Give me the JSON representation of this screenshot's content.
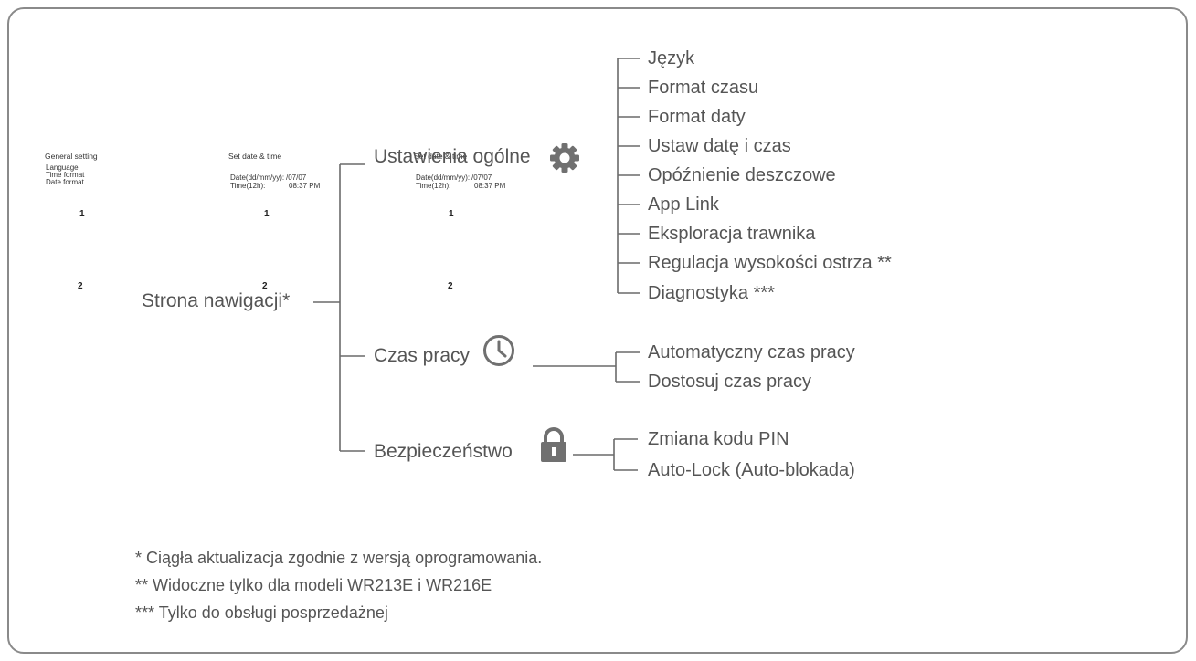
{
  "root": {
    "label": "Strona nawigacji*"
  },
  "branches": [
    {
      "label": "Ustawienia ogólne",
      "icon": "gear-icon",
      "items": [
        "Język",
        "Format czasu",
        "Format daty",
        "Ustaw datę i czas",
        "Opóźnienie deszczowe",
        "App Link",
        "Eksploracja trawnika",
        "Regulacja wysokości ostrza **",
        "Diagnostyka ***"
      ]
    },
    {
      "label": "Czas pracy",
      "icon": "clock-icon",
      "items": [
        "Automatyczny czas pracy",
        "Dostosuj czas pracy"
      ]
    },
    {
      "label": "Bezpieczeństwo",
      "icon": "lock-icon",
      "items": [
        "Zmiana kodu PIN",
        "Auto-Lock (Auto-blokada)"
      ]
    }
  ],
  "ghost_screens": [
    {
      "title": "General setting",
      "lines": [
        "Language",
        "Time format",
        "Date format"
      ],
      "marker_1": "1",
      "marker_2": "2"
    },
    {
      "title": "Set date & time",
      "date_label": "Date(dd/mm/yy):",
      "date_value": "/07/07",
      "time_label": "Time(12h):",
      "time_value": "08:37 PM",
      "marker_1": "1",
      "marker_2": "2"
    },
    {
      "title": "Set date & time",
      "date_label": "Date(dd/mm/yy):",
      "date_value": "/07/07",
      "time_label": "Time(12h):",
      "time_value": "08:37 PM",
      "marker_1": "1",
      "marker_2": "2"
    }
  ],
  "notes": [
    "* Ciągła aktualizacja zgodnie z wersją oprogramowania.",
    "** Widoczne tylko dla modeli WR213E i WR216E",
    "*** Tylko do obsługi posprzedażnej"
  ],
  "colors": {
    "text": "#555555",
    "line": "#6a6a6a",
    "icon": "#707070",
    "frame": "#8a8a8a"
  }
}
